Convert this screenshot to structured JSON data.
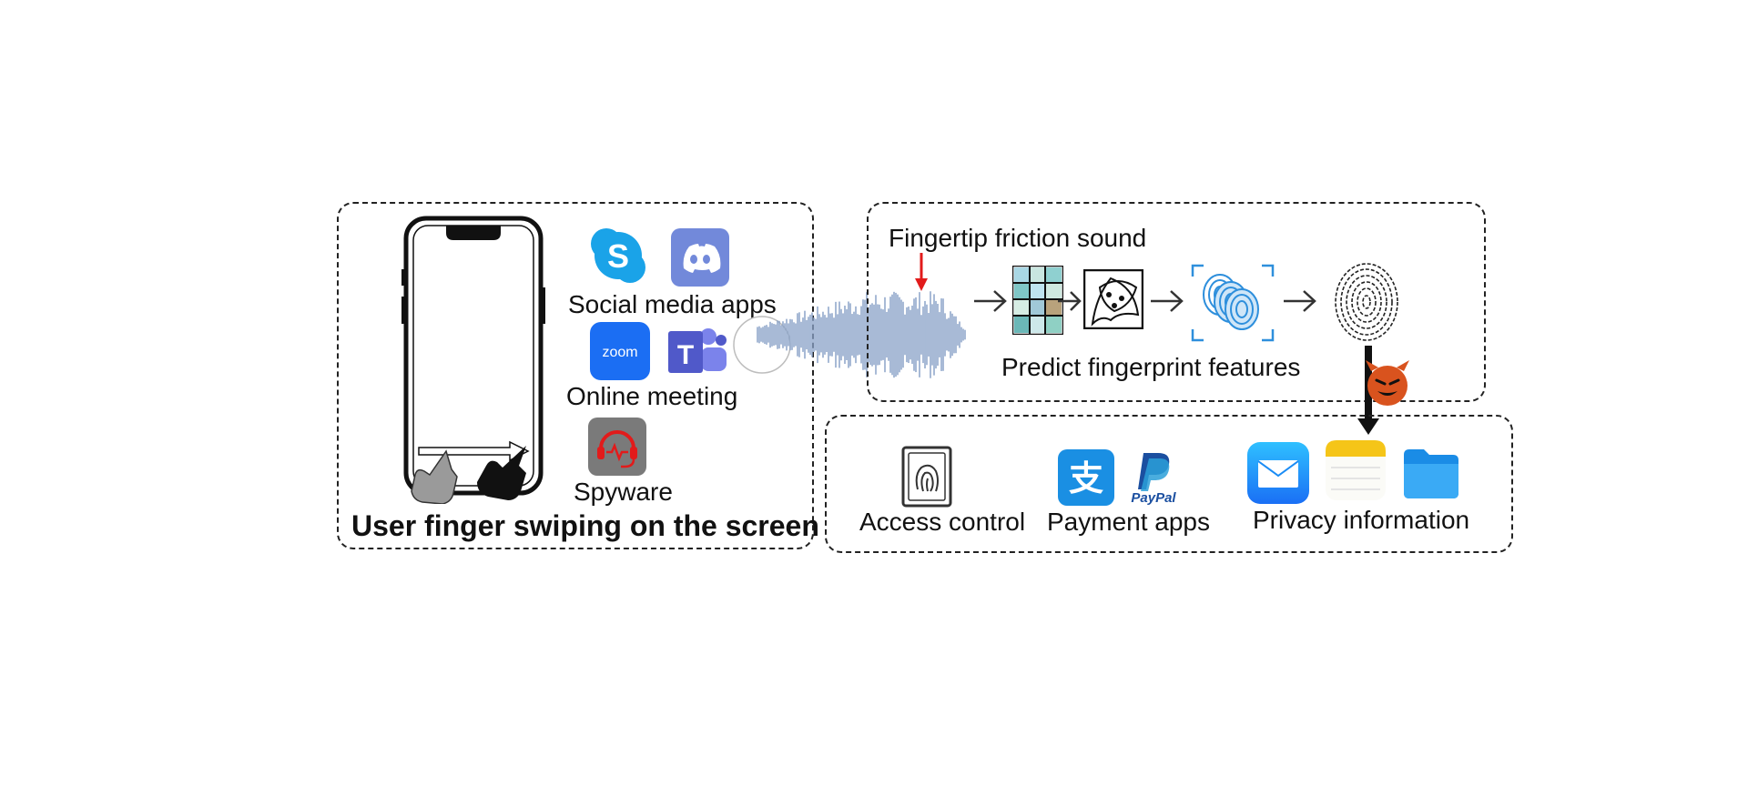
{
  "left_panel": {
    "caption": "User finger swiping on the screen",
    "app_groups": [
      {
        "label": "Social media apps",
        "icons": [
          "skype-icon",
          "discord-icon"
        ]
      },
      {
        "label": "Online meeting",
        "icons": [
          "zoom-icon",
          "teams-icon"
        ]
      },
      {
        "label": "Spyware",
        "icons": [
          "spyware-icon"
        ]
      }
    ],
    "zoom_icon_text": "zoom",
    "teams_icon_text": "T",
    "skype_icon_text": "S"
  },
  "pipeline_panel": {
    "sound_label": "Fingertip friction sound",
    "predict_label": "Predict fingerprint features",
    "steps": [
      "spectrogram-icon",
      "feature-map-icon",
      "fingerprint-stack-icon",
      "fingerprint-image-icon"
    ]
  },
  "target_panel": {
    "groups": [
      {
        "label": "Access control",
        "icons": [
          "fingerprint-lock-icon"
        ]
      },
      {
        "label": "Payment apps",
        "icons": [
          "alipay-icon",
          "paypal-icon"
        ]
      },
      {
        "label": "Privacy information",
        "icons": [
          "mail-icon",
          "notes-icon",
          "files-icon"
        ]
      }
    ],
    "alipay_text": "支",
    "paypal_text": "PayPal"
  },
  "colors": {
    "arrow_red": "#e21b1b",
    "devil": "#d9531e",
    "skype": "#1aa3e8",
    "discord": "#7289da",
    "zoom": "#1b6ef3",
    "teams": "#5059c9",
    "alipay": "#1a8fe3",
    "paypal": "#1b4fa0",
    "mail": "#1a8cf5",
    "notes": "#f5c518",
    "files": "#2c9cf0",
    "wave": "#8aa3c8"
  }
}
